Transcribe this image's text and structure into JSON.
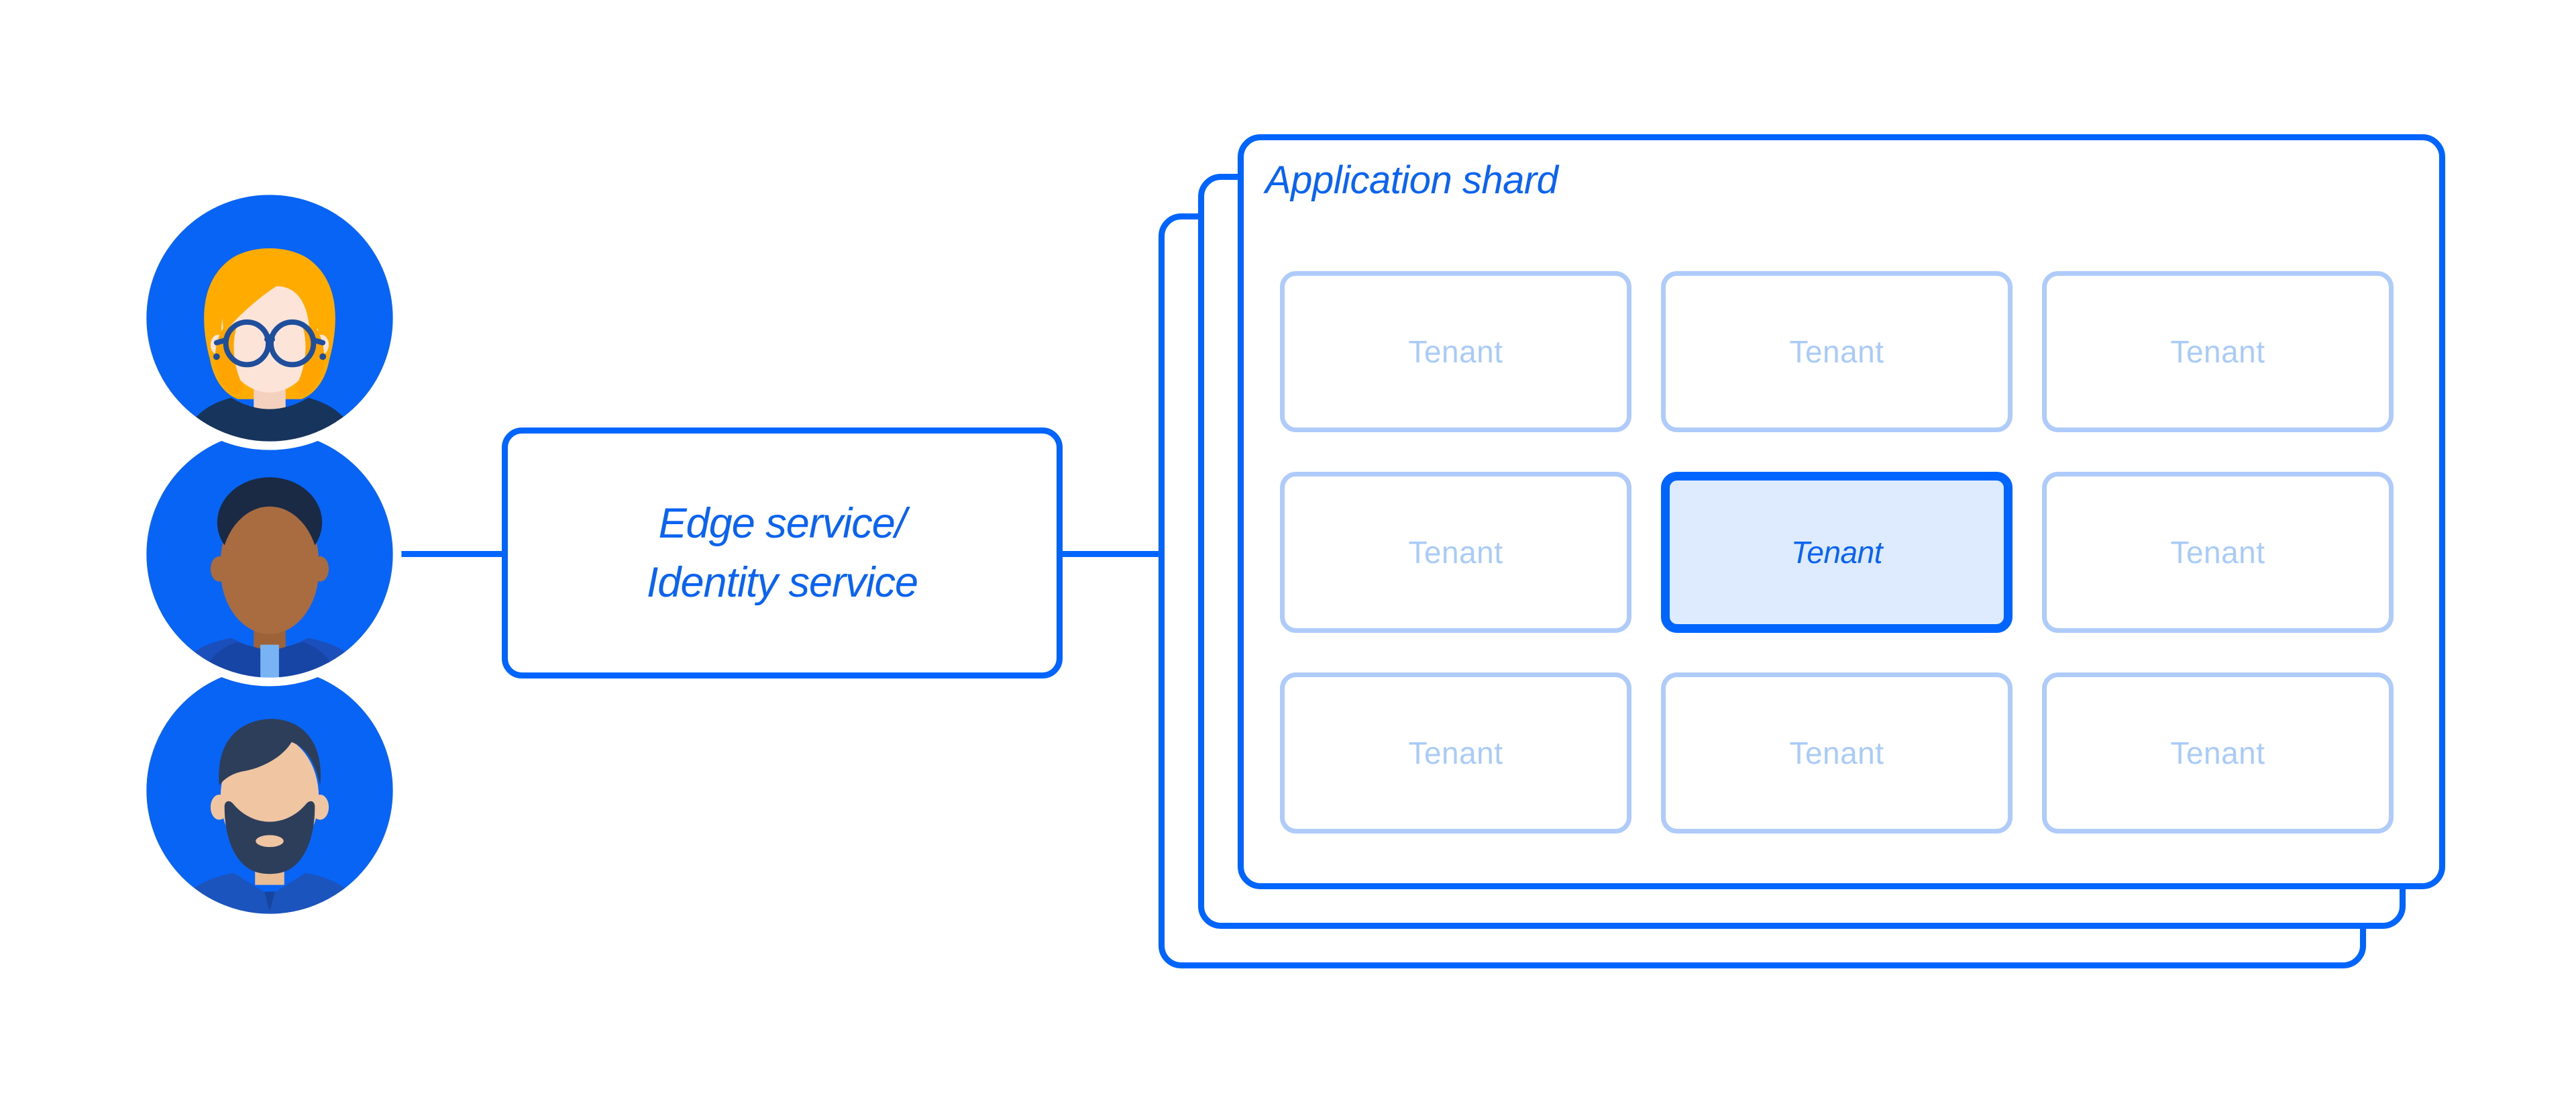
{
  "colors": {
    "accent_blue": "#0065FF",
    "text_blue": "#0B63F2",
    "light_blue_border": "#AECBFA",
    "light_blue_text": "#A8CBF8",
    "highlight_fill": "#DEEBFF",
    "avatar_bg": "#0864F4",
    "hair_orange": "#FFAB00",
    "skin_light": "#FCE4D8",
    "skin_brown": "#A96C41",
    "skin_tan": "#F0C5A2",
    "hair_navy": "#1A2A44",
    "hair_slate": "#2C3E5A",
    "shirt_navy": "#16345C",
    "jacket_blue": "#1B50BC",
    "shirt_light_blue": "#79B3F3"
  },
  "users": {
    "avatars": [
      {
        "id": "woman-with-glasses"
      },
      {
        "id": "man-short-hair"
      },
      {
        "id": "man-with-beard"
      }
    ]
  },
  "edge_service_box": {
    "lines": [
      "Edge service/",
      "Identity service"
    ]
  },
  "application_shard": {
    "title": "Application shard",
    "stack_count": 3,
    "grid": {
      "rows": 3,
      "cols": 3
    },
    "tenants": [
      {
        "label": "Tenant",
        "highlighted": false
      },
      {
        "label": "Tenant",
        "highlighted": false
      },
      {
        "label": "Tenant",
        "highlighted": false
      },
      {
        "label": "Tenant",
        "highlighted": false
      },
      {
        "label": "Tenant",
        "highlighted": true
      },
      {
        "label": "Tenant",
        "highlighted": false
      },
      {
        "label": "Tenant",
        "highlighted": false
      },
      {
        "label": "Tenant",
        "highlighted": false
      },
      {
        "label": "Tenant",
        "highlighted": false
      }
    ]
  }
}
